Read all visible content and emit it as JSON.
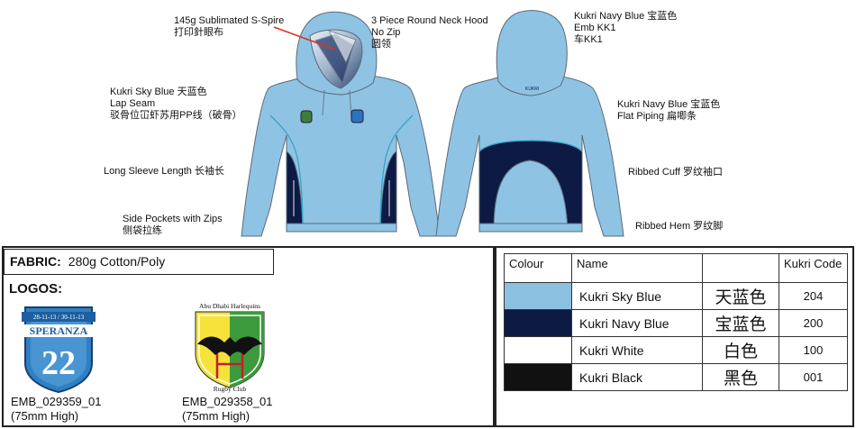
{
  "callouts": {
    "sublimated": {
      "line1": "145g Sublimated S-Spire",
      "line2": "打印針眼布"
    },
    "hood": {
      "line1": "3 Piece Round Neck Hood",
      "line2": "No Zip",
      "line3": "圆领"
    },
    "navy_emb": {
      "line1": "Kukri Navy Blue  宝蓝色",
      "line2": "Emb KK1",
      "line3": "车KK1"
    },
    "sky_lap": {
      "line1": "Kukri Sky Blue  天蓝色",
      "line2": "Lap Seam",
      "line3": "驳骨位冚虾苏用PP线（破骨）"
    },
    "navy_piping": {
      "line1": "Kukri Navy Blue  宝蓝色",
      "line2": "Flat Piping  扁唧条"
    },
    "sleeve": {
      "line1": "Long Sleeve Length  长袖长"
    },
    "cuff": {
      "line1": "Ribbed Cuff  罗纹袖口"
    },
    "pockets": {
      "line1": "Side Pockets with Zips",
      "line2": "侧袋拉练"
    },
    "hem": {
      "line1": "Ribbed Hem   罗纹脚"
    }
  },
  "fabric": {
    "label": "FABRIC:",
    "value": "280g Cotton/Poly"
  },
  "logos": {
    "title": "LOGOS:",
    "items": [
      {
        "code": "EMB_029359_01",
        "size": "(75mm High)",
        "badge_top": "28-11-13 / 30-11-13",
        "badge_name": "SPERANZA",
        "badge_num": "22"
      },
      {
        "code": "EMB_029358_01",
        "size": "(75mm High)",
        "crest_top": "Abu Dhabi Harlequins",
        "crest_bottom": "Rugby Club"
      }
    ]
  },
  "colour_table": {
    "headers": [
      "Colour",
      "Name",
      "",
      "Kukri Code"
    ],
    "rows": [
      {
        "swatch": "#8cc0e0",
        "name": "Kukri Sky Blue",
        "chinese": "天蓝色",
        "code": "204"
      },
      {
        "swatch": "#0c1a44",
        "name": "Kukri Navy Blue",
        "chinese": "宝蓝色",
        "code": "200"
      },
      {
        "swatch": "#ffffff",
        "name": "Kukri White",
        "chinese": "白色",
        "code": "100"
      },
      {
        "swatch": "#111111",
        "name": "Kukri Black",
        "chinese": "黑色",
        "code": "001"
      }
    ]
  },
  "colors": {
    "sky": "#8fc3e3",
    "navy": "#0c1a44",
    "piping": "#35a5c9",
    "outline": "#5a6a78"
  }
}
